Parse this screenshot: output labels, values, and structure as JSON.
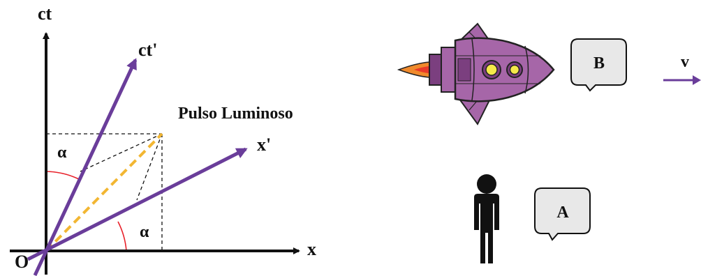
{
  "diagram": {
    "axes": {
      "ct": "ct",
      "x": "x",
      "ct_prime": "ct'",
      "x_prime": "x'",
      "origin": "O"
    },
    "light_pulse_label": "Pulso Luminoso",
    "angle_symbol": "α",
    "velocity_label": "v",
    "observer_b_label": "B",
    "observer_a_label": "A",
    "colors": {
      "axis": "#111111",
      "primed_axes": "#6a3d9a",
      "light_line": "#f2b632",
      "angle_arc": "#e8212a",
      "ship_body": "#a666a8",
      "ship_dark": "#7b3f7f",
      "ship_window": "#f5e94a",
      "flame_outer": "#f08a2c",
      "flame_inner": "#e83a2a",
      "bubble_fill": "#e8e8e8"
    },
    "icons": [
      "rocket-icon",
      "person-icon",
      "speech-bubble-icon",
      "arrow-icon"
    ]
  }
}
